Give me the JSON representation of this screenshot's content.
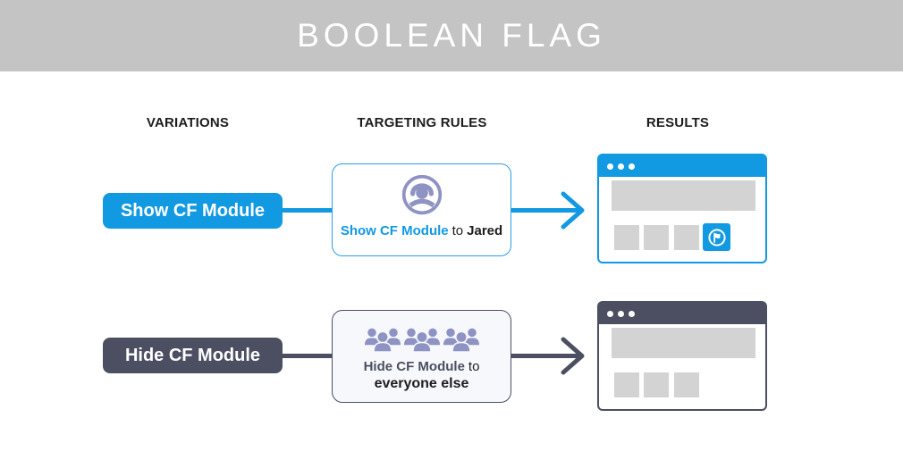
{
  "header": {
    "title": "BOOLEAN FLAG"
  },
  "columns": {
    "variations": "VARIATIONS",
    "targeting_rules": "TARGETING RULES",
    "results": "RESULTS"
  },
  "row_show": {
    "variation_label": "Show CF Module",
    "rule": {
      "icon": "user-avatar-icon",
      "flag_text": "Show CF Module",
      "connector_text": "to",
      "target_text": "Jared"
    },
    "result": {
      "window_style": "blue",
      "flag_module_visible": true,
      "flag_module_icon": "flag-module-icon"
    }
  },
  "row_hide": {
    "variation_label": "Hide CF Module",
    "rule": {
      "icon": "crowd-icon",
      "flag_text": "Hide CF Module",
      "connector_text": "to",
      "target_text": "everyone else"
    },
    "result": {
      "window_style": "slate",
      "flag_module_visible": false
    }
  },
  "colors": {
    "accent_blue": "#1199e2",
    "slate": "#4b4f61",
    "periwinkle": "#8e93c4",
    "block_gray": "#d3d3d3",
    "header_bg": "#c4c4c4",
    "rule_hide_bg": "#f7f8fb",
    "text_dark": "#1d1d1f"
  }
}
